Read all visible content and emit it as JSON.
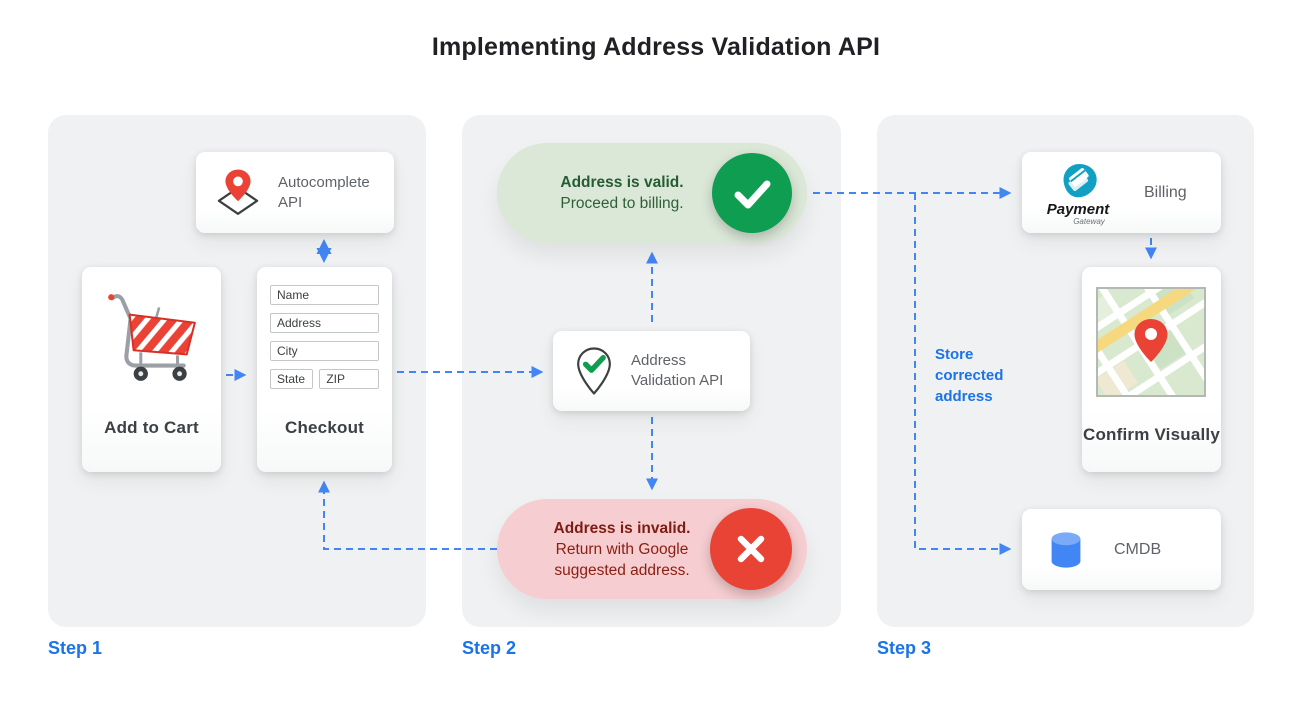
{
  "title": "Implementing Address Validation API",
  "colors": {
    "arrow_blue": "#4285f4",
    "step_label_blue": "#1a73e8",
    "valid_green": "#0e9d51",
    "invalid_red": "#e94335",
    "valid_pill_bg": "#dbe8d8",
    "invalid_pill_bg": "#f6ced1",
    "panel_bg": "#f0f1f2"
  },
  "icons": {
    "checkmark": "✓",
    "cross": "✕"
  },
  "step1": {
    "label": "Step 1",
    "autocomplete": {
      "label": "Autocomplete API"
    },
    "add_to_cart": {
      "label": "Add to Cart"
    },
    "checkout": {
      "label": "Checkout",
      "fields": {
        "name": "Name",
        "address": "Address",
        "city": "City",
        "state": "State",
        "zip": "ZIP"
      }
    }
  },
  "step2": {
    "label": "Step 2",
    "valid": {
      "title": "Address is valid.",
      "subtitle": "Proceed to billing."
    },
    "validation_api": {
      "label": "Address Validation API"
    },
    "invalid": {
      "title": "Address is invalid.",
      "subtitle": "Return with Google suggested address."
    }
  },
  "step3": {
    "label": "Step 3",
    "billing": {
      "label": "Billing",
      "logo_title": "Payment",
      "logo_subtitle": "Gateway"
    },
    "store_note": "Store corrected address",
    "confirm": {
      "label": "Confirm Visually"
    },
    "cmdb": {
      "label": "CMDB"
    }
  }
}
